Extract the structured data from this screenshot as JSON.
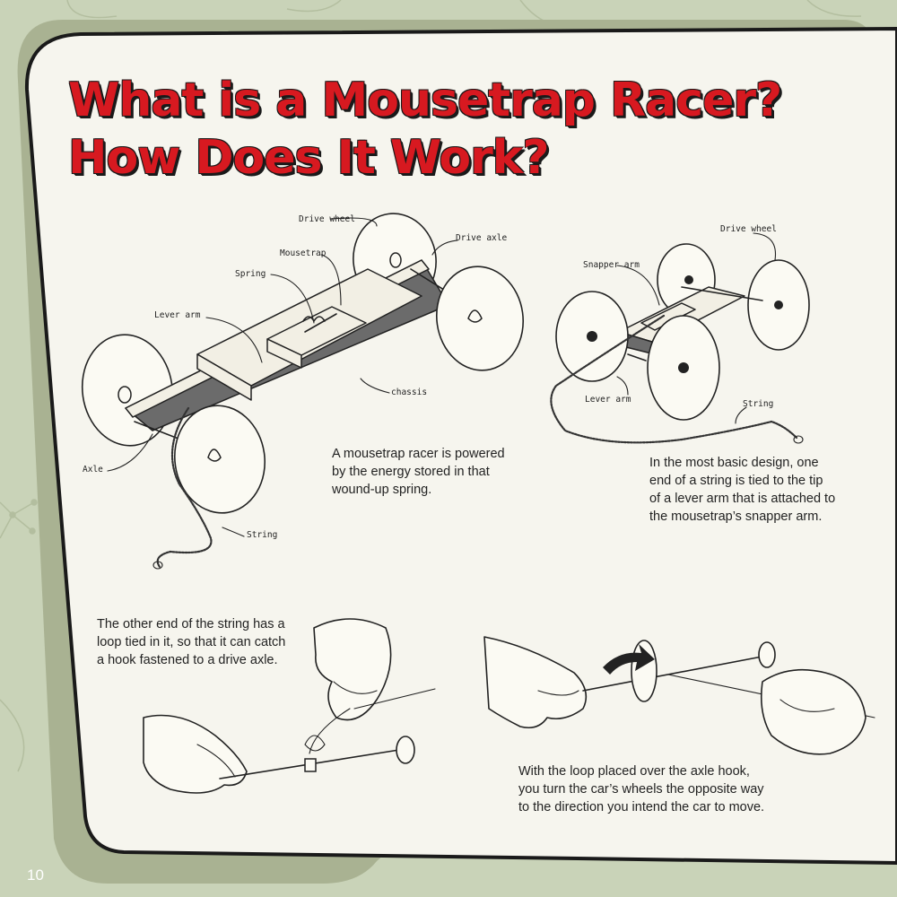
{
  "title_lines": [
    "What is a Mousetrap Racer?",
    "How Does It Work?"
  ],
  "labels": {
    "drive_wheel": "Drive wheel",
    "drive_axle": "Drive axle",
    "mousetrap": "Mousetrap",
    "spring": "Spring",
    "lever_arm": "Lever arm",
    "chassis": "chassis",
    "axle": "Axle",
    "string": "String",
    "snapper_arm": "Snapper arm",
    "drive_wheel_2": "Drive wheel",
    "lever_arm_2": "Lever arm",
    "string_2": "String"
  },
  "captions": {
    "powered": [
      "A mousetrap racer is powered",
      "by the energy stored in that",
      "wound-up spring."
    ],
    "basic_design": [
      "In the most basic design, one",
      "end of a string is tied to the tip",
      "of a lever arm that is attached to",
      "the mousetrap’s snapper arm."
    ],
    "other_end": [
      "The other end of the string has a",
      "loop tied in it, so that it can catch",
      "a hook fastened to a drive axle."
    ],
    "loop_placed": [
      "With the loop placed over the axle hook,",
      "you turn the car’s wheels the opposite way",
      "to the direction you intend the car to move."
    ]
  },
  "page_number": "10",
  "colors": {
    "background": "#c9d3b8",
    "panel": "#f6f5ee",
    "title": "#d71920",
    "border": "#1a1a1a"
  }
}
